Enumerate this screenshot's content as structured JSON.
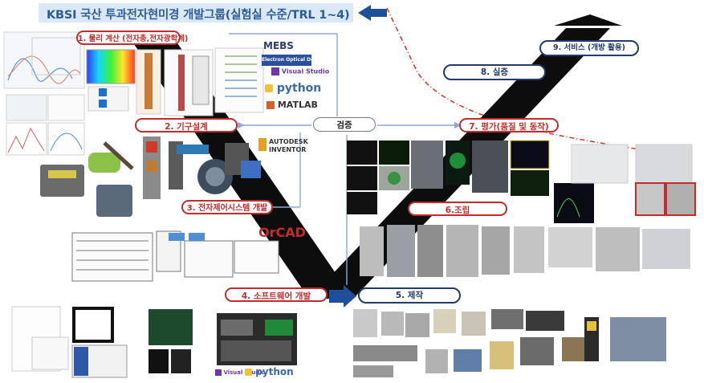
{
  "header": {
    "title": "KBSI 국산 투과전자현미경 개발그룹(실험실 수준/TRL 1~4)"
  },
  "stages": {
    "s1": "1. 물리 계산 (전자총,전자광학계)",
    "s2": "2. 기구설계",
    "s3": "3. 전자제어시스템 개발",
    "s4": "4. 소프트웨어 개발",
    "s5": "5. 제작",
    "s6": "6.조립",
    "s7": "7. 평가(품질 및 동작)",
    "s8": "8. 실증",
    "s9": "9. 서비스 (개방 활용)",
    "verify": "검증"
  },
  "logos": {
    "mebs": "MEBS",
    "mebs_sub": "Electron Optical Design",
    "visual_studio": "Visual Studio",
    "python": "python",
    "matlab": "MATLAB",
    "autodesk": "AUTODESK",
    "inventor": "INVENTOR",
    "orcad": "OrCAD",
    "visual_studio_2": "Visual Studio",
    "python_2": "python"
  },
  "colors": {
    "stage_red": "#c22c2c",
    "stage_blue": "#243a6b",
    "road": "#0d0d0d",
    "title_bg": "#dbe8f6",
    "title_text": "#2e5c94",
    "arrow": "#1f4e9a",
    "dash_red": "#d23a3a"
  }
}
